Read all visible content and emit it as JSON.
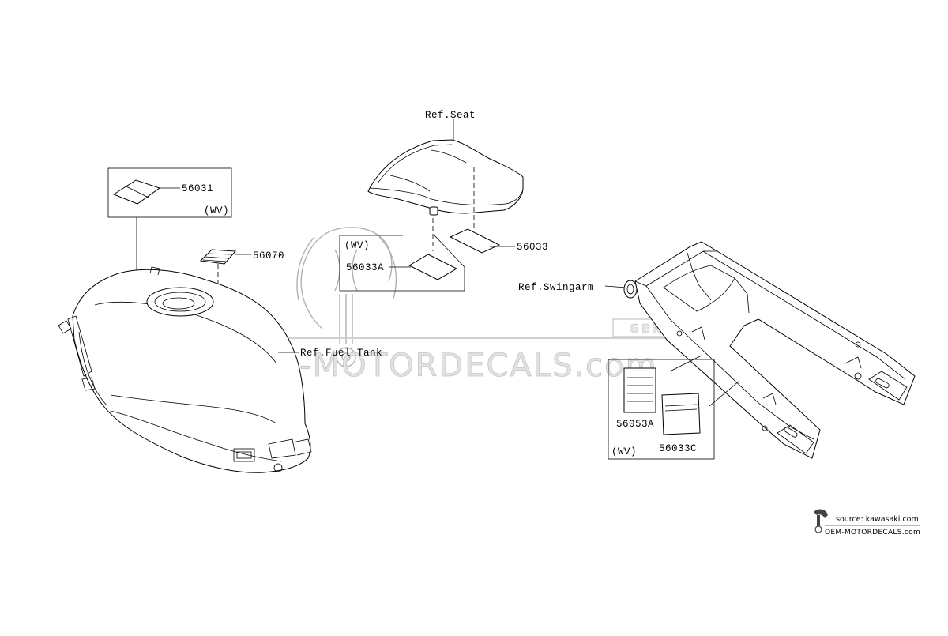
{
  "references": {
    "seat": "Ref.Seat",
    "fuel_tank": "Ref.Fuel Tank",
    "swingarm": "Ref.Swingarm"
  },
  "parts": {
    "p56031": "56031",
    "p56070": "56070",
    "p56033": "56033",
    "p56033A": "56033A",
    "p56053A": "56053A",
    "p56033C": "56033C"
  },
  "variants": {
    "wv_tank": "(WV)",
    "wv_seat": "(WV)",
    "wv_swingarm": "(WV)"
  },
  "watermark": {
    "text": "OEM-MOTORDECALS.com",
    "badge": "GENUINE"
  },
  "source": {
    "credit": "source: kawasaki.com",
    "site": "OEM-MOTORDECALS.com"
  }
}
